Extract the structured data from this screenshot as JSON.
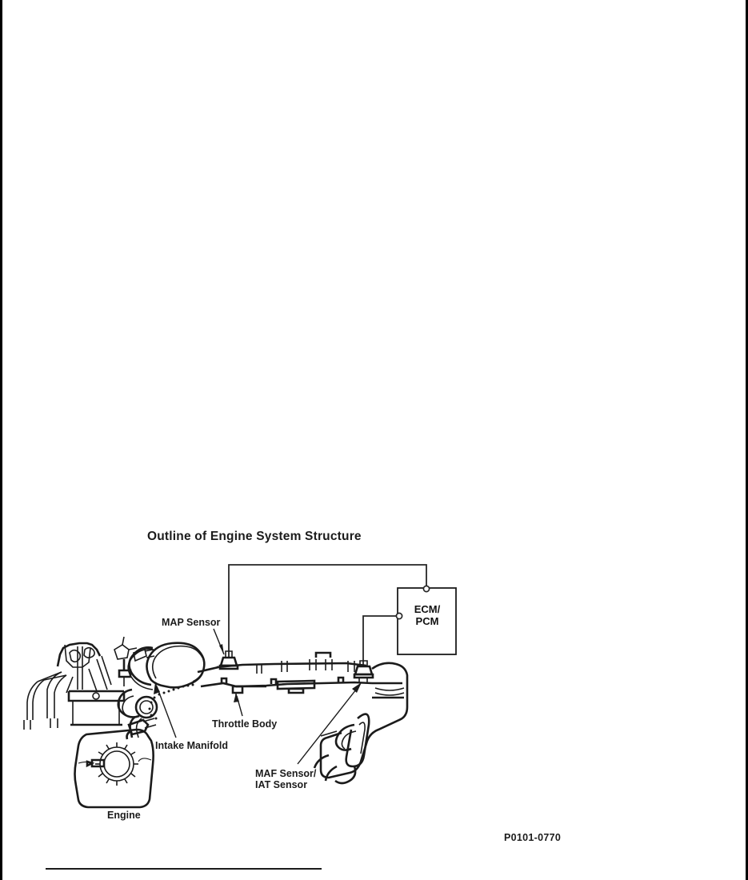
{
  "document": {
    "figure_reference": "P0101-0770"
  },
  "figure": {
    "title": "Outline of Engine System Structure",
    "labels": {
      "map_sensor": "MAP Sensor",
      "throttle_body": "Throttle Body",
      "intake_manifold": "Intake Manifold",
      "maf_iat_sensor_line1": "MAF Sensor/",
      "maf_iat_sensor_line2": "IAT Sensor",
      "engine": "Engine",
      "ecm_line1": "ECM/",
      "ecm_line2": "PCM"
    },
    "colors": {
      "line": "#1b1b1b",
      "wire": "#262626",
      "background": "#ffffff"
    }
  }
}
